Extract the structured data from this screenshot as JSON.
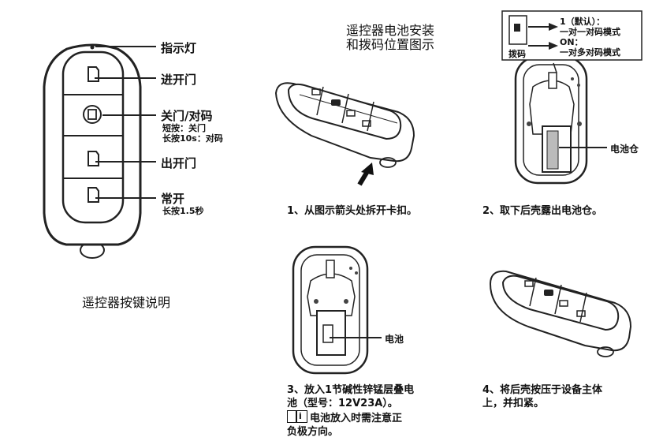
{
  "left": {
    "labels": {
      "indicator": "指示灯",
      "enter_door": "进开门",
      "close_pair": "关门/对码",
      "close_pair_short": "短按：关门",
      "close_pair_long": "长按10s：对码",
      "exit_door": "出开门",
      "always_open": "常开",
      "always_open_long": "长按1.5秒"
    },
    "caption": "遥控器按键说明"
  },
  "title": {
    "line1": "遥控器电池安装",
    "line2": "和拨码位置图示"
  },
  "dip": {
    "label": "拨码",
    "opt1_title": "1（默认）：",
    "opt1_desc": "一对一对码模式",
    "opt2_title": "ON：",
    "opt2_desc": "一对多对码模式"
  },
  "steps": {
    "s1": "1、从图示箭头处拆开卡扣。",
    "s2": "2、取下后壳露出电池仓。",
    "s2_label": "电池仓",
    "s3_line1": "3、放入1节碱性锌锰层叠电",
    "s3_line2": "池（型号：12V23A）。",
    "s3_note1": "电池放入时需注意正",
    "s3_note2": "负极方向。",
    "s3_note_icon": "i",
    "s3_label": "电池",
    "s4_line1": "4、将后壳按压于设备主体",
    "s4_line2": "上，并扣紧。"
  }
}
